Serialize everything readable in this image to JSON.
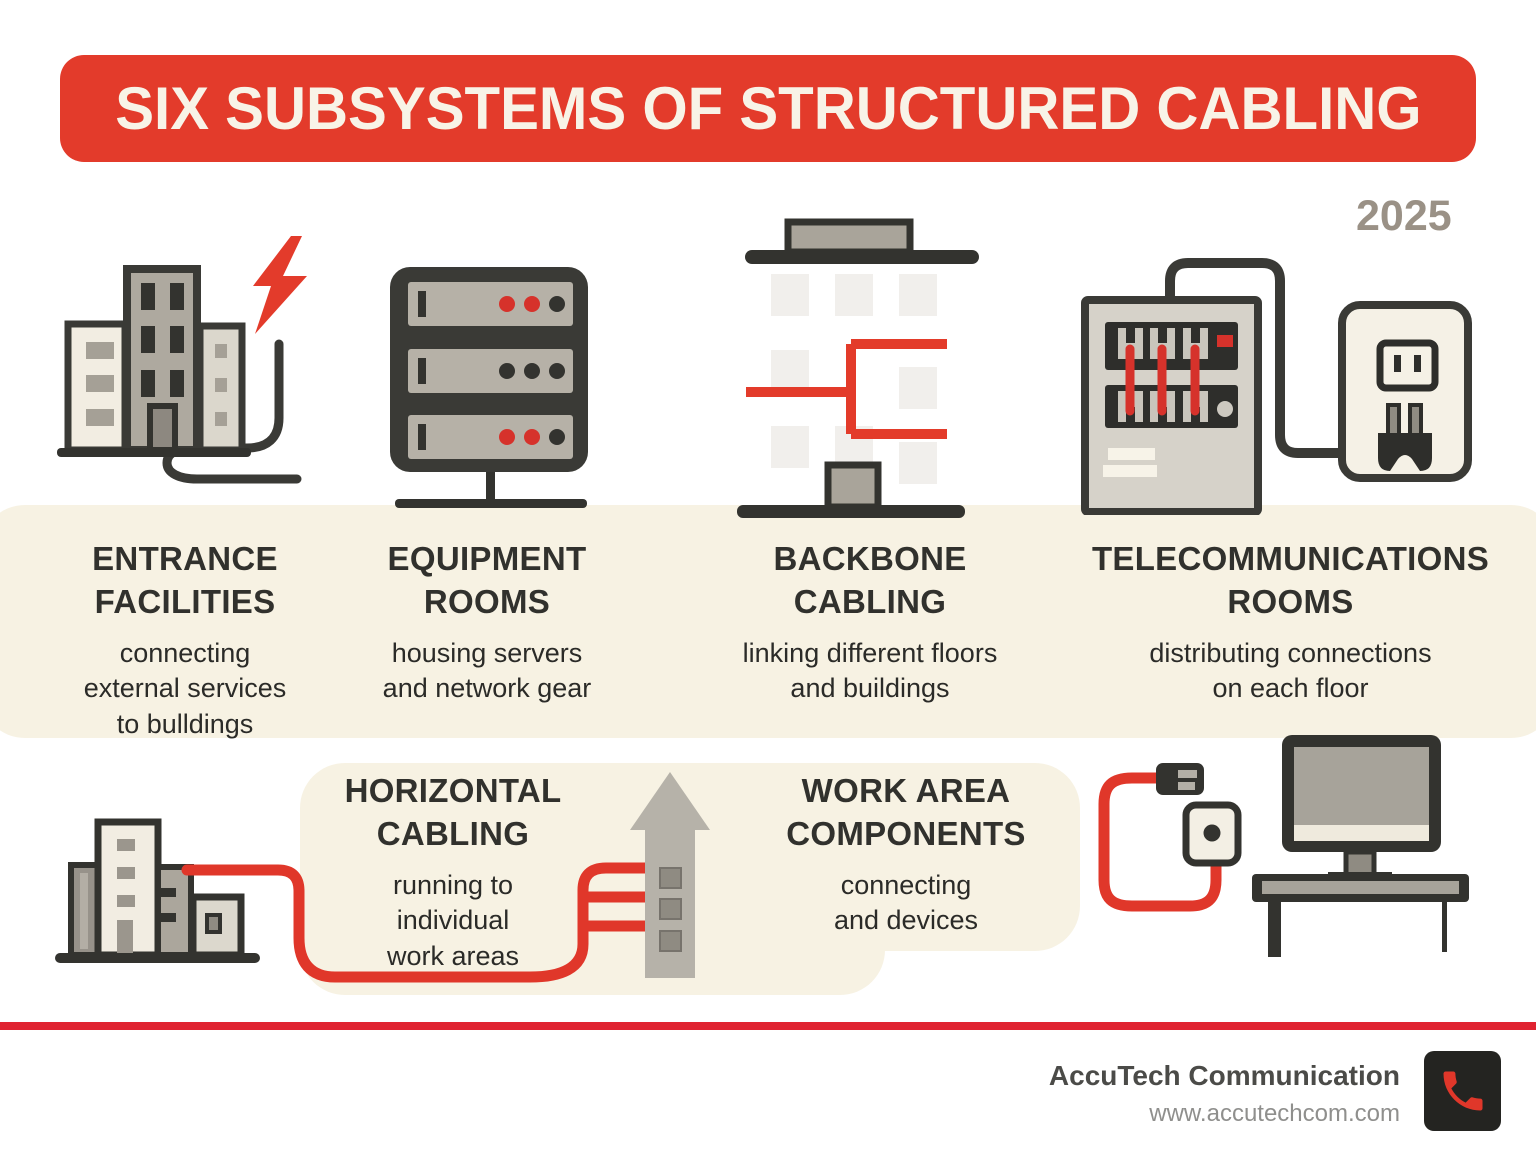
{
  "title": "SIX SUBSYSTEMS OF STRUCTURED CABLING",
  "year": "2025",
  "sections": {
    "entrance": {
      "heading": "ENTRANCE\nFACILITIES",
      "desc": "connecting\nexternal services\nto bulldings"
    },
    "equipment": {
      "heading": "EQUIPMENT\nROOMS",
      "desc": "housing servers\nand network gear"
    },
    "backbone": {
      "heading": "BACKBONE\nCABLING",
      "desc": "linking different floors\nand buildings"
    },
    "telecom": {
      "heading": "TELECOMMUNICATIONS\nROOMS",
      "desc": "distributing connections\non each floor"
    },
    "horizontal": {
      "heading": "HORIZONTAL\nCABLING",
      "desc": "running to\nindividual\nwork areas"
    },
    "workarea": {
      "heading": "WORK AREA\nCOMPONENTS",
      "desc": "connecting\nand devices"
    }
  },
  "icons": {
    "entrance": "building-with-lightning-icon",
    "equipment": "server-rack-icon",
    "backbone": "building-backbone-riser-icon",
    "telecom": "patch-panel-and-outlet-icon",
    "horizontal": "buildings-with-cable-icon",
    "workarea": "outlet-plug-and-workstation-icon",
    "footer": "phone-handset-icon"
  },
  "footer": {
    "company": "AccuTech Communication",
    "website": "www.accutechcom.com"
  },
  "colors": {
    "accent_red": "#e33b2b",
    "divider_red": "#e02331",
    "dark": "#3a3a36",
    "cream": "#f7f2e3",
    "gray": "#aba69c",
    "year_taupe": "#9a9186"
  }
}
